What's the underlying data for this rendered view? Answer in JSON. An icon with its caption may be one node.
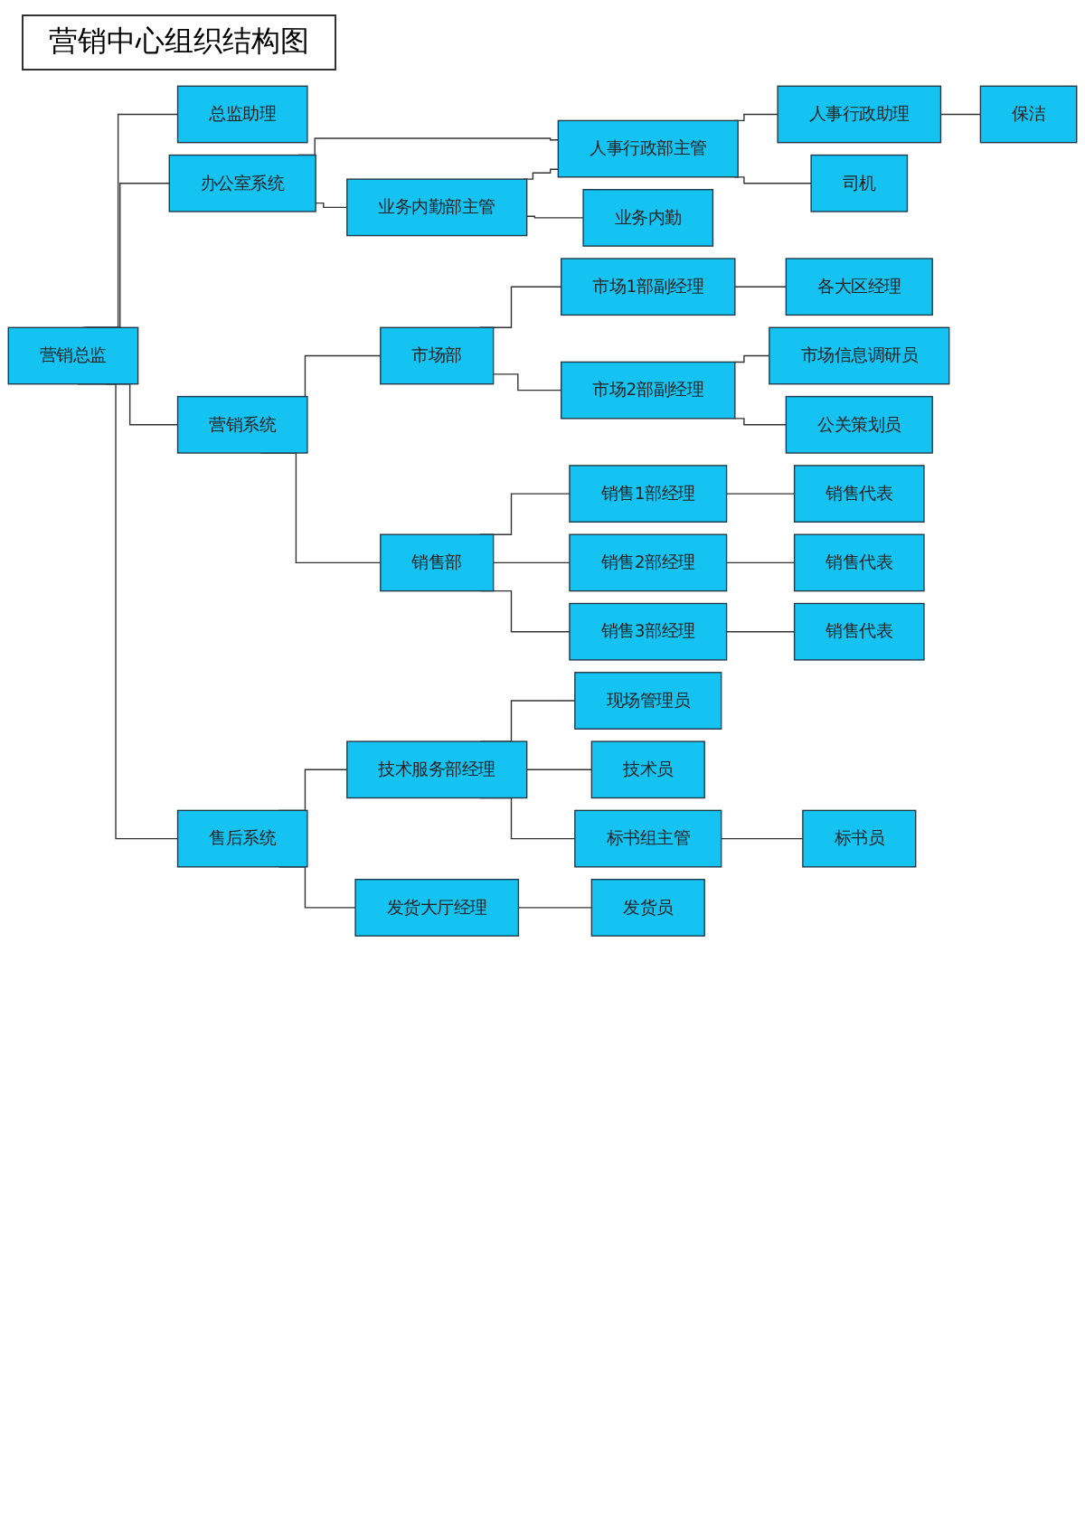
{
  "diagram": {
    "title": "营销中心组织结构图",
    "nodes": [
      {
        "text": [
          "营销总监"
        ]
      },
      {
        "text": [
          "总监助理"
        ]
      },
      {
        "text": [
          "办公室系统"
        ]
      },
      {
        "text": [
          "营销系统"
        ]
      },
      {
        "text": [
          "售后系统"
        ]
      },
      {
        "text": [
          "人事行政部主管"
        ]
      },
      {
        "text": [
          "业务内勤部主管"
        ]
      },
      {
        "text": [
          "市场部"
        ]
      },
      {
        "text": [
          "销售部"
        ]
      },
      {
        "text": [
          "技术服务部经理"
        ]
      },
      {
        "text": [
          "发货大厅经理"
        ]
      },
      {
        "text": [
          "人事行政助理"
        ]
      },
      {
        "text": [
          "司机"
        ]
      },
      {
        "text": [
          "业务内勤"
        ]
      },
      {
        "text": [
          "市场1部副经理"
        ]
      },
      {
        "text": [
          "市场2部副经理"
        ]
      },
      {
        "text": [
          "销售1部经理"
        ]
      },
      {
        "text": [
          "销售2部经理"
        ]
      },
      {
        "text": [
          "销售3部经理"
        ]
      },
      {
        "text": [
          "现场管理员"
        ]
      },
      {
        "text": [
          "技术员"
        ]
      },
      {
        "text": [
          "标书组主管"
        ]
      },
      {
        "text": [
          "发货员"
        ]
      },
      {
        "text": [
          "保洁"
        ]
      },
      {
        "text": [
          "各大区经理"
        ]
      },
      {
        "text": [
          "市场信息调研员"
        ]
      },
      {
        "text": [
          "公关策划员"
        ]
      },
      {
        "text": [
          "销售代表"
        ]
      },
      {
        "text": [
          "销售代表"
        ]
      },
      {
        "text": [
          "销售代表"
        ]
      },
      {
        "text": [
          "标书员"
        ]
      }
    ],
    "edges": [
      {
        "from": 0,
        "to": 1,
        "arrow": "none"
      },
      {
        "from": 0,
        "to": 2,
        "arrow": "none"
      },
      {
        "from": 0,
        "to": 3,
        "arrow": "none"
      },
      {
        "from": 0,
        "to": 4,
        "arrow": "none"
      },
      {
        "from": 2,
        "to": 5,
        "arrow": "none"
      },
      {
        "from": 2,
        "to": 6,
        "arrow": "none"
      },
      {
        "from": 6,
        "to": 5,
        "arrow": "none"
      },
      {
        "from": 3,
        "to": 7,
        "arrow": "none"
      },
      {
        "from": 3,
        "to": 8,
        "arrow": "none"
      },
      {
        "from": 4,
        "to": 9,
        "arrow": "none"
      },
      {
        "from": 4,
        "to": 10,
        "arrow": "none"
      },
      {
        "from": 5,
        "to": 11,
        "arrow": "none"
      },
      {
        "from": 5,
        "to": 12,
        "arrow": "none"
      },
      {
        "from": 6,
        "to": 13,
        "arrow": "none"
      },
      {
        "from": 7,
        "to": 14,
        "arrow": "none"
      },
      {
        "from": 7,
        "to": 15,
        "arrow": "none"
      },
      {
        "from": 8,
        "to": 16,
        "arrow": "none"
      },
      {
        "from": 8,
        "to": 17,
        "arrow": "none"
      },
      {
        "from": 8,
        "to": 18,
        "arrow": "none"
      },
      {
        "from": 9,
        "to": 19,
        "arrow": "none"
      },
      {
        "from": 9,
        "to": 20,
        "arrow": "none"
      },
      {
        "from": 9,
        "to": 21,
        "arrow": "none"
      },
      {
        "from": 10,
        "to": 22,
        "arrow": "none"
      },
      {
        "from": 11,
        "to": 23,
        "arrow": "none"
      },
      {
        "from": 14,
        "to": 24,
        "arrow": "none"
      },
      {
        "from": 15,
        "to": 25,
        "arrow": "none"
      },
      {
        "from": 15,
        "to": 26,
        "arrow": "none"
      },
      {
        "from": 16,
        "to": 27,
        "arrow": "none"
      },
      {
        "from": 17,
        "to": 28,
        "arrow": "none"
      },
      {
        "from": 18,
        "to": 29,
        "arrow": "none"
      },
      {
        "from": 21,
        "to": 30,
        "arrow": "none"
      }
    ]
  }
}
